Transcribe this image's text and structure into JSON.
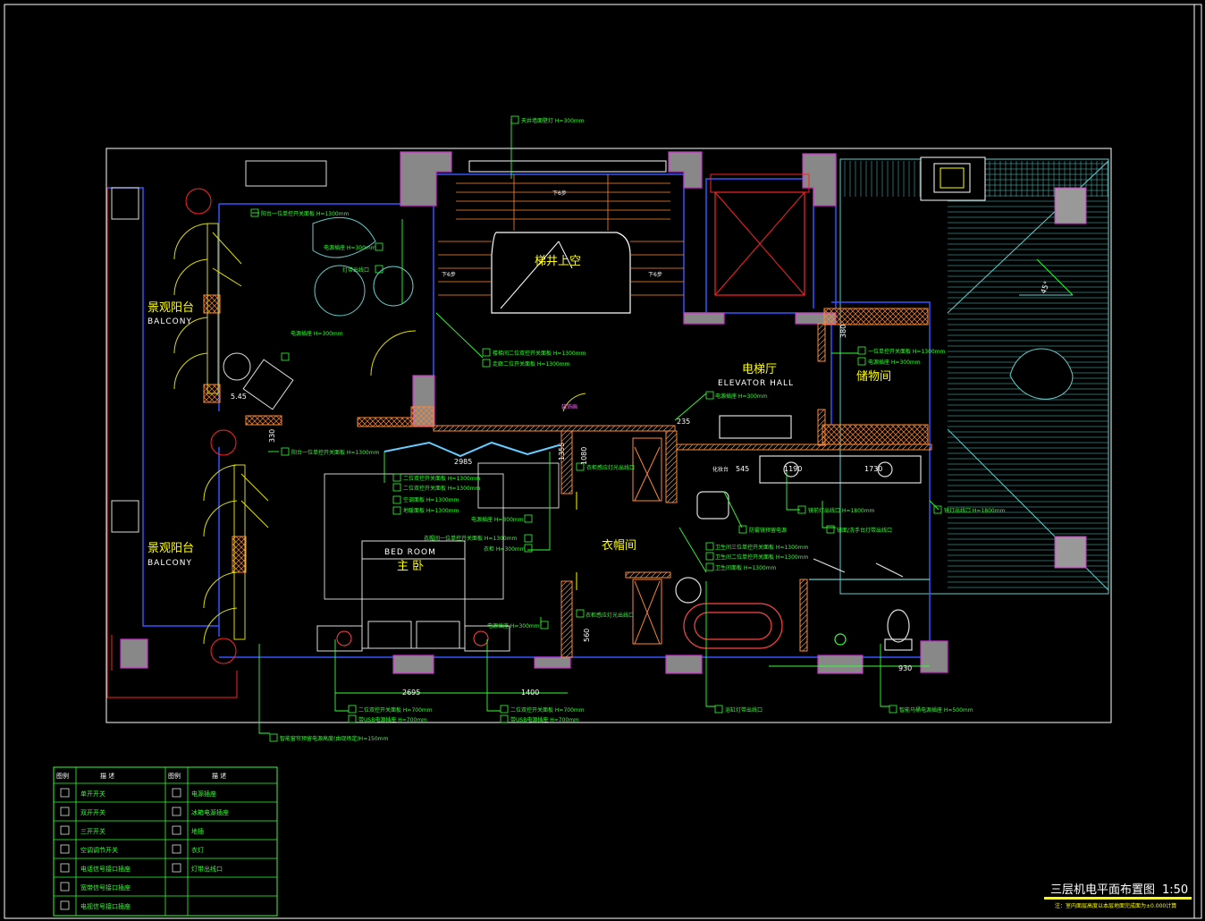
{
  "colors": {
    "background": "#000000",
    "wall_blue": "#3355ff",
    "wall_magenta": "#cc33cc",
    "wall_fill": "#888888",
    "hatch_orange": "#ff8833",
    "label_yellow": "#ffff00",
    "annotation_green": "#33ff33",
    "furniture_white": "#dddddd",
    "roof_cyan": "#66cccc",
    "door_yellow": "#dddd00",
    "red": "#ff2222"
  },
  "rooms": {
    "stair_void": "梯井上空",
    "elevator_hall": "电梯厅",
    "elevator_hall_en": "ELEVATOR HALL",
    "storage": "储物间",
    "balcony_top": "景观阳台",
    "balcony_top_en": "BALCONY",
    "balcony_bottom": "景观阳台",
    "balcony_bottom_en": "BALCONY",
    "master_bedroom": "主 卧",
    "bed_room_en": "BED ROOM",
    "cloakroom": "衣帽间",
    "vanity": "化妆台",
    "down_left": "下6步",
    "down_right": "下6步",
    "down_top": "下6步",
    "decoration": "装饰画"
  },
  "annotations": {
    "a01": "天井墙面壁灯 H=300mm",
    "a02": "阳台一位单控开关面板 H=1300mm",
    "a03": "电源插座 H=300mm",
    "a04": "灯带出线口",
    "a05": "电源插座 H=300mm",
    "a06": "楼梯间二位双控开关面板 H=1300mm",
    "a07": "走廊二位开关面板 H=1300mm",
    "a08": "一位单控开关面板 H=1300mm",
    "a09": "电源插座 H=300mm",
    "a10": "电源插座 H=300mm",
    "a11": "阳台一位单控开关面板 H=1300mm",
    "a12": "二位双控开关面板 H=1300mm",
    "a13": "二位双控开关面板 H=1300mm",
    "a14": "空调面板 H=1300mm",
    "a15": "地暖面板 H=1300mm",
    "a16": "衣柜感应灯光出线口",
    "a17": "电源插座 H=300mm",
    "a18": "衣帽间一位单控开关面板 H=1300mm",
    "a19": "衣柜 H=300mm",
    "a20": "镜前灯出线口 H=1800mm",
    "a21": "防雾镜预留电源",
    "a22": "镜面/洗手台灯带出线口",
    "a23": "卫生间三位单控开关面板 H=1300mm",
    "a24": "卫生间二位单控开关面板 H=1300mm",
    "a25": "卫生间面板 H=1300mm",
    "a26": "镜灯出线口 H=1800mm",
    "a27": "电源插座 H=300mm",
    "a28": "衣柜感应灯光出线口",
    "a29": "二位双控开关面板 H=700mm",
    "a30": "带USB电源插座 H=700mm",
    "a31": "二位双控开关面板 H=700mm",
    "a32": "带USB电源插座 H=700mm",
    "a33": "浴缸灯带出线口",
    "a34": "智能马桶电源插座 H=500mm",
    "a35": "智能窗帘预留电源高度(由现场定)H=150mm"
  },
  "dimensions": {
    "d2985": "2985",
    "d2695": "2695",
    "d1400": "1400",
    "d1190": "1190",
    "d1730": "1730",
    "d545": "545",
    "d930": "930",
    "d235": "235",
    "d380": "380",
    "d1355": "1355",
    "d560": "560",
    "d45": "45°",
    "d330": "330",
    "d1080": "1080",
    "d5_45": "5.45"
  },
  "legend": {
    "header_symbol_1": "图例",
    "header_desc_1": "描    述",
    "header_symbol_2": "图例",
    "header_desc_2": "描    述",
    "rows": [
      {
        "left": "单开开关",
        "right": "电源插座"
      },
      {
        "left": "双开开关",
        "right": "冰箱电源插座"
      },
      {
        "left": "三开开关",
        "right": "地插"
      },
      {
        "left": "空调调节开关",
        "right": "衣灯"
      },
      {
        "left": "电话信号接口插座",
        "right": "灯带出线口"
      },
      {
        "left": "宽带信号接口插座",
        "right": ""
      },
      {
        "left": "电视信号接口插座",
        "right": ""
      }
    ]
  },
  "title_block": {
    "title": "三层机电平面布置图",
    "scale": "1:50",
    "note": "注：室内面层高度以本层地面完成面为±0.000计算"
  }
}
